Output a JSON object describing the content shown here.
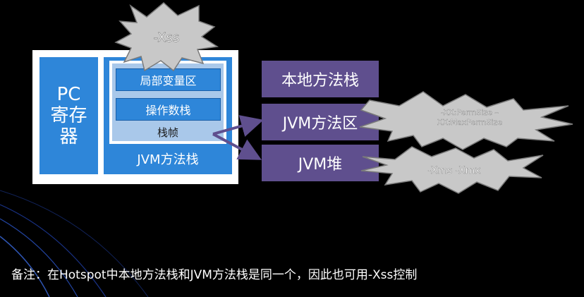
{
  "left": {
    "pc_register": "PC 寄存器",
    "frame_slots": [
      "局部变量区",
      "操作数栈"
    ],
    "frame_label": "栈帧",
    "jvm_stack_label": "JVM方法栈"
  },
  "right": {
    "boxes": [
      "本地方法栈",
      "JVM方法区",
      "JVM堆"
    ]
  },
  "bursts": {
    "xss": "-Xss",
    "perm_line1": "-XX:PermSize –",
    "perm_line2": "XX:MaxPermSize",
    "heap": "-Xms -Xmx"
  },
  "colors": {
    "blue": "#2e86d9",
    "light_blue": "#a9c8ea",
    "purple": "#5f4f8e",
    "burst_fill": "#c8c8c8",
    "arrow": "#5f4f8e"
  },
  "note": "备注：在Hotspot中本地方法栈和JVM方法栈是同一个，因此也可用-Xss控制"
}
